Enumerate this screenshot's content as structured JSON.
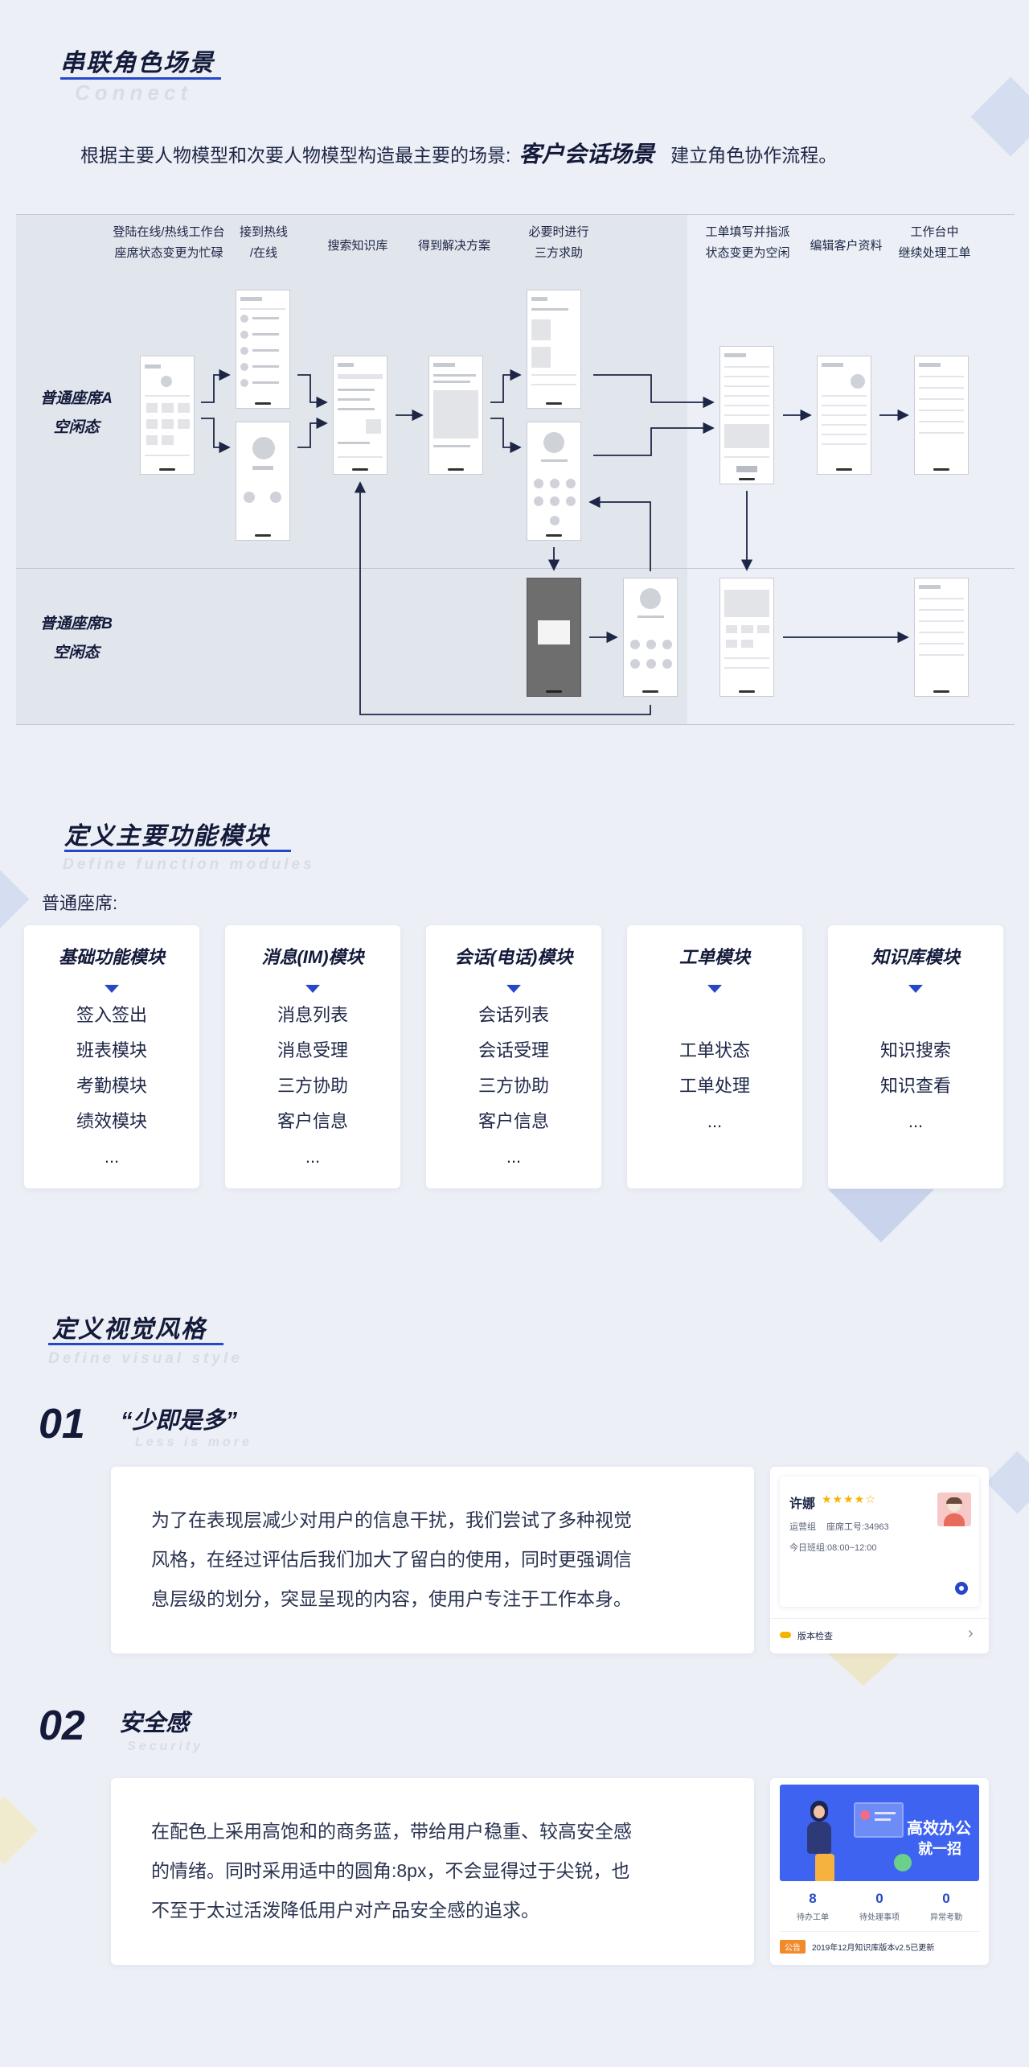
{
  "connect": {
    "title": "串联角色场景",
    "subtitle": "Connect",
    "intro_prefix": "根据主要人物模型和次要人物模型构造最主要的场景:",
    "intro_highlight": "客户会话场景",
    "intro_suffix": "建立角色协作流程。"
  },
  "flow": {
    "steps": [
      {
        "line1": "登陆在线/热线工作台",
        "line2": "座席状态变更为忙碌"
      },
      {
        "line1": "接到热线",
        "line2": "/在线"
      },
      {
        "line1": "搜索知识库",
        "line2": ""
      },
      {
        "line1": "得到解决方案",
        "line2": ""
      },
      {
        "line1": "必要时进行",
        "line2": "三方求助"
      },
      {
        "line1": "工单填写并指派",
        "line2": "状态变更为空闲"
      },
      {
        "line1": "编辑客户资料",
        "line2": ""
      },
      {
        "line1": "工作台中",
        "line2": "继续处理工单"
      }
    ],
    "lanes": [
      {
        "line1": "普通座席A",
        "line2": "空闲态"
      },
      {
        "line1": "普通座席B",
        "line2": "空闲态"
      }
    ]
  },
  "modules": {
    "title": "定义主要功能模块",
    "subtitle": "Define function modules",
    "role_label": "普通座席:",
    "cards": [
      {
        "title": "基础功能模块",
        "items": [
          "签入签出",
          "班表模块",
          "考勤模块",
          "绩效模块",
          "..."
        ]
      },
      {
        "title": "消息(IM)模块",
        "items": [
          "消息列表",
          "消息受理",
          "三方协助",
          "客户信息",
          "..."
        ]
      },
      {
        "title": "会话(电话)模块",
        "items": [
          "会话列表",
          "会话受理",
          "三方协助",
          "客户信息",
          "..."
        ]
      },
      {
        "title": "工单模块",
        "items": [
          "工单状态",
          "工单处理",
          "..."
        ]
      },
      {
        "title": "知识库模块",
        "items": [
          "知识搜索",
          "知识查看",
          "..."
        ]
      }
    ]
  },
  "visual": {
    "title": "定义视觉风格",
    "subtitle": "Define visual style",
    "items": [
      {
        "num": "01",
        "title": "“少即是多”",
        "subtitle": "Less is more",
        "lines": [
          "为了在表现层减少对用户的信息干扰，我们尝试了多种视觉",
          "风格，在经过评估后我们加大了留白的使用，同时更强调信",
          "息层级的划分，突显呈现的内容，使用户专注于工作本身。"
        ]
      },
      {
        "num": "02",
        "title": "安全感",
        "subtitle": "Security",
        "lines": [
          "在配色上采用高饱和的商务蓝，带给用户稳重、较高安全感",
          "的情绪。同时采用适中的圆角:8px，不会显得过于尖锐，也",
          "不至于太过活泼降低用户对产品安全感的追求。"
        ]
      }
    ]
  },
  "profile_card": {
    "name": "许娜",
    "rating_stars": "★★★★☆",
    "rating": 4,
    "group": "运营组",
    "seat_id": "座席工号:34963",
    "shift": "今日班组:08:00~12:00",
    "footer": "版本检查",
    "chevron": "›"
  },
  "banner_card": {
    "banner_line1": "高效办公",
    "banner_line2": "就一招",
    "stats": [
      {
        "value": "8",
        "label": "待办工单",
        "color": "#2747c9"
      },
      {
        "value": "0",
        "label": "待处理事项",
        "color": "#2747c9"
      },
      {
        "value": "0",
        "label": "异常考勤",
        "color": "#2747c9"
      }
    ],
    "notice_tag": "公告",
    "notice_text": "2019年12月知识库版本v2.5已更新",
    "tag_color": "#f08a2b"
  },
  "colors": {
    "accent": "#2747c9",
    "heading": "#131a3a",
    "background": "#eceff5"
  }
}
